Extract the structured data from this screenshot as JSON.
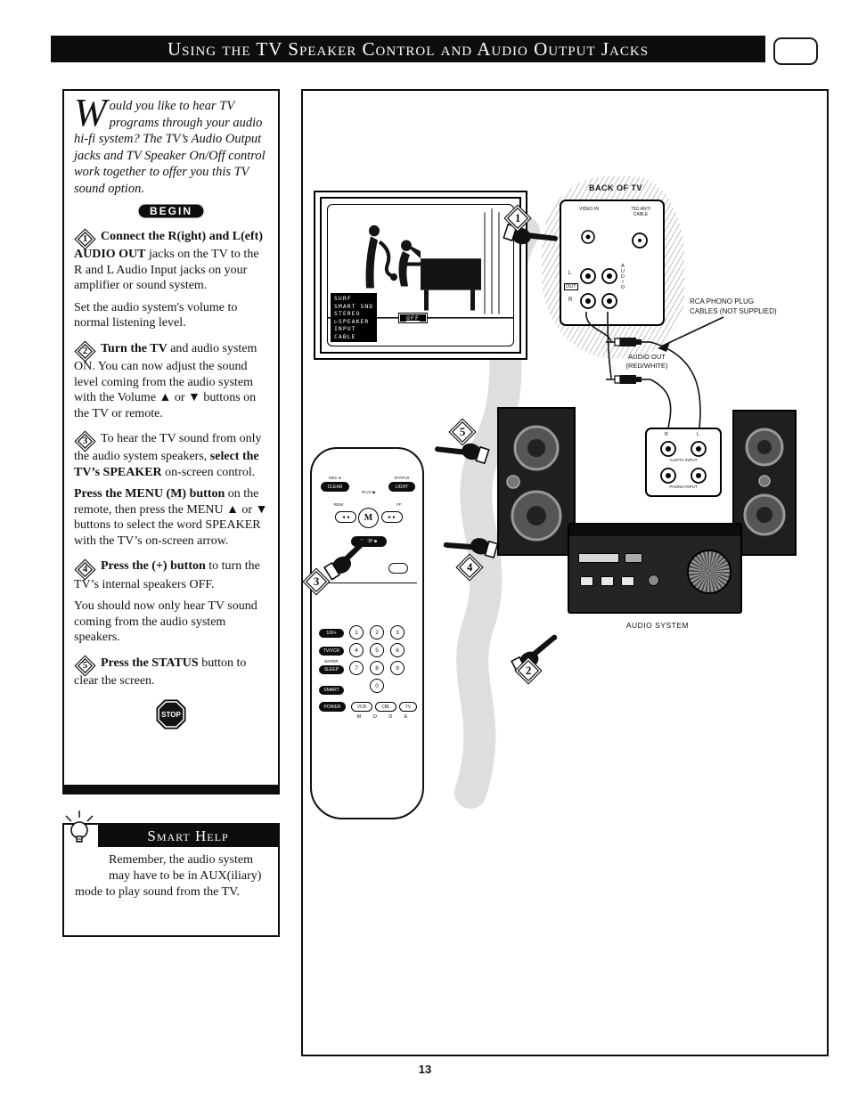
{
  "header": {
    "title": "Using the TV Speaker Control and Audio Output Jacks"
  },
  "page_number": "13",
  "left": {
    "intro_dropcap": "W",
    "intro_text": "ould you like to hear TV programs through your audio hi-fi system? The TV’s Audio Output jacks and TV Speaker On/Off control work together to offer you this TV sound option.",
    "begin_label": "BEGIN",
    "stop_label": "STOP",
    "steps": [
      {
        "number": "1",
        "p1_pre": "",
        "p1_bold": "Connect the R(ight) and L(eft) AUDIO OUT",
        "p1_post": " jacks on the TV to the R and L Audio Input jacks on your amplifier or sound system.",
        "p2_bold": "",
        "p2_post": "Set the audio system's volume to normal listening level."
      },
      {
        "number": "2",
        "p1_pre": "",
        "p1_bold": "Turn the TV",
        "p1_post": " and audio system ON. You can now adjust the sound level coming from the audio system with the Volume ▲ or ▼ buttons on the TV or remote.",
        "p2_bold": "",
        "p2_post": ""
      },
      {
        "number": "3",
        "p1_pre": "To hear the TV sound from only the audio system speakers, ",
        "p1_bold": "select the TV’s SPEAKER",
        "p1_post": " on-screen control.",
        "p2_bold": "Press the MENU (M) button",
        "p2_post": " on the remote, then press the MENU ▲ or ▼ buttons to select the word SPEAKER with the TV’s on-screen arrow."
      },
      {
        "number": "4",
        "p1_pre": "",
        "p1_bold": "Press the (+) button",
        "p1_post": " to turn the TV’s internal speakers OFF.",
        "p2_bold": "",
        "p2_post": "You should now only hear TV sound coming from the audio system speakers."
      },
      {
        "number": "5",
        "p1_pre": "",
        "p1_bold": "Press the STATUS",
        "p1_post": " button to clear the screen.",
        "p2_bold": "",
        "p2_post": ""
      }
    ]
  },
  "smart_help": {
    "title": "Smart Help",
    "text": "Remember, the audio system may have to be in AUX(iliary) mode to play sound from the TV."
  },
  "tv": {
    "menu_items": [
      "SURF",
      "SMART SND",
      "STEREO",
      "SPEAKER",
      "INPUT",
      "CABLE"
    ],
    "menu_arrow": "▷",
    "off_label": "OFF"
  },
  "diagram": {
    "back_of_tv": "BACK OF TV",
    "video_in": "VIDEO IN",
    "ant_cable": "75Ω ANT/ CABLE",
    "out": "OUT",
    "audio_vertical": "AUDIO",
    "l": "L",
    "r": "R",
    "rca_note1": "RCA PHONO PLUG",
    "rca_note2": "CABLES (NOT SUPPLIED)",
    "audio_out": "AUDIO OUT",
    "audio_out_sub": "(RED/WHITE)",
    "input_r": "R",
    "input_l": "L",
    "aux_input": "AUX/TV INPUT",
    "phono_input": "PHONO INPUT",
    "audio_system": "AUDIO SYSTEM"
  },
  "callouts": [
    "1",
    "2",
    "3",
    "4",
    "5"
  ],
  "remote": {
    "rec": "REC ●",
    "clear": "CLEAR",
    "status": "STATUS",
    "light": "LIGHT",
    "play": "PLAY ▶",
    "rew_lbl": "REW",
    "rew": "◄◄",
    "ff_lbl": "FF",
    "ff": "►►",
    "m": "M",
    "stop": "STOP ■",
    "side1": "100+",
    "side2": "TV/VCR",
    "side3_lbl": "ENTER",
    "side3": "SLEEP",
    "side4": "SMART",
    "digits": [
      "1",
      "2",
      "3",
      "4",
      "5",
      "6",
      "7",
      "8",
      "9",
      "0"
    ],
    "power": "POWER",
    "modes": [
      "VCR",
      "CBL",
      "TV"
    ],
    "mode_letters": "M O D E"
  }
}
